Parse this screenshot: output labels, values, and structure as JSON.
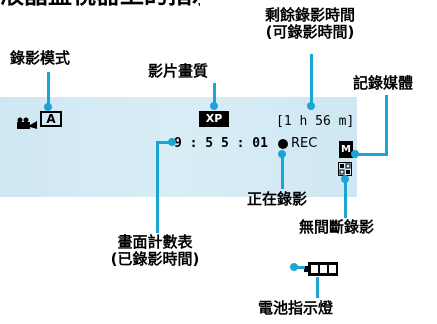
{
  "heading_fragment": "液晶監視器上的指示",
  "labels": {
    "recording_mode": "錄影模式",
    "video_quality": "影片畫質",
    "remaining_time_line1": "剩餘錄影時間",
    "remaining_time_line2": "(可錄影時間)",
    "recording_media": "記錄媒體",
    "recording_in_progress": "正在錄影",
    "seamless_recording": "無間斷錄影",
    "scene_counter_line1": "畫面計數表",
    "scene_counter_line2": "(已錄影時間)",
    "battery_indicator": "電池指示燈"
  },
  "screen": {
    "mode_letter": "A",
    "quality_badge": "XP",
    "remaining_time": "[1 h 56 m]",
    "timecode": "9 : 5 5 : 01",
    "rec_text": "REC",
    "media_letter": "M"
  },
  "colors": {
    "leader_line": "#1aa5d6",
    "screen_bg": "#d4eaf4"
  }
}
